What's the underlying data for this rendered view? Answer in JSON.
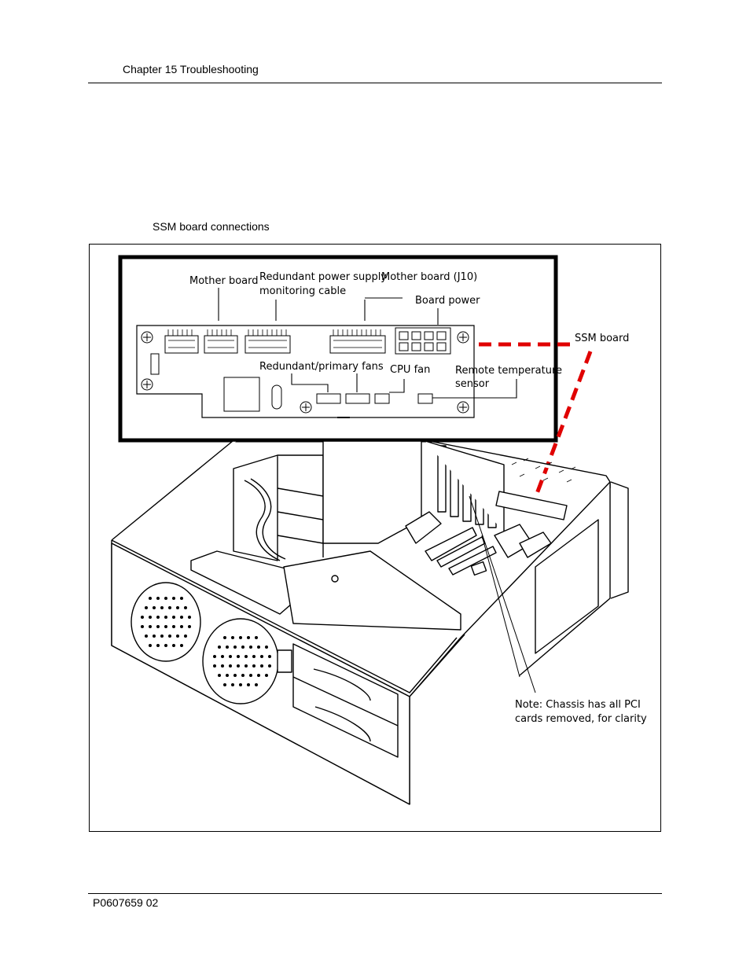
{
  "header": {
    "running_head": "Chapter 15  Troubleshooting"
  },
  "figure": {
    "caption": "SSM board connections",
    "labels": {
      "mother_board": "Mother board",
      "redundant_power_1": "Redundant power supply",
      "redundant_power_2": "monitoring cable",
      "mother_board_j10": "Mother board (J10)",
      "board_power": "Board power",
      "ssm_board": "SSM board",
      "redundant_fans": "Redundant/primary fans",
      "cpu_fan": "CPU fan",
      "remote_temp_1": "Remote temperature",
      "remote_temp_2": "sensor",
      "note_1": "Note: Chassis has all PCI",
      "note_2": "cards removed, for clarity"
    }
  },
  "footer": {
    "doc_id": "P0607659  02"
  }
}
